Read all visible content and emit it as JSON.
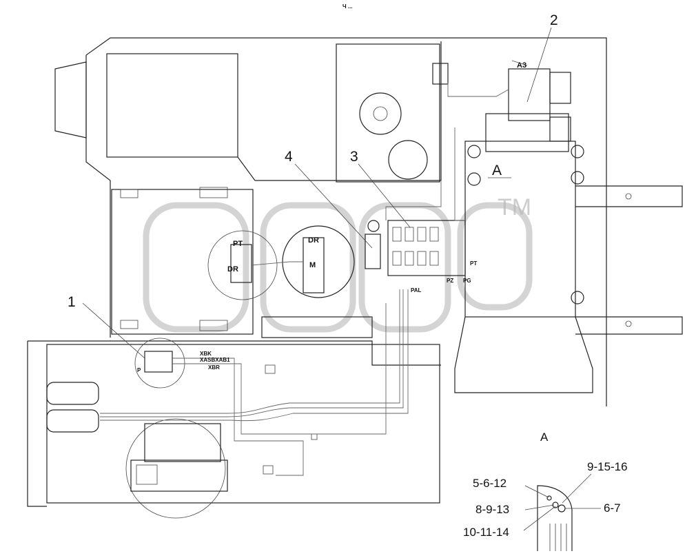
{
  "header": {
    "caption": "Ч ... "
  },
  "watermark": {
    "text": "TM"
  },
  "callouts": {
    "c1": "1",
    "c2": "2",
    "c3": "3",
    "c4": "4"
  },
  "view_labels": {
    "view_a_main": "A",
    "view_a_detail": "A",
    "a3": "A3"
  },
  "port_labels": {
    "pt": "PT",
    "dr_left": "DR",
    "dr_top": "DR",
    "m": "M",
    "pal": "PAL",
    "pz": "PZ",
    "pg": "PG",
    "pt_valve": "PT",
    "p_pedal": "P",
    "xbk": "XBK",
    "xasb": "XASBXAB1",
    "xbr": "XBR"
  },
  "detail_labels": {
    "d1": "9-15-16",
    "d2": "5-6-12",
    "d3": "8-9-13",
    "d4": "6-7",
    "d5": "10-11-14"
  },
  "colors": {
    "line": "#222222",
    "hose": "#666666",
    "watermark": "#b0b0b0"
  }
}
